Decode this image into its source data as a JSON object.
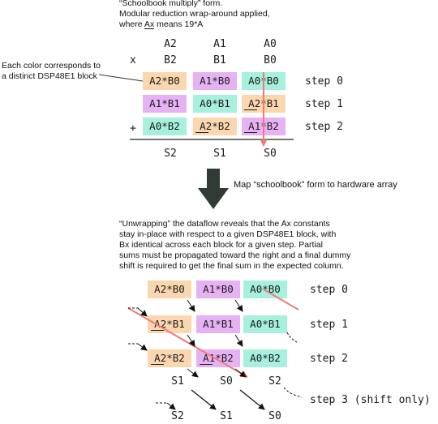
{
  "top": {
    "note_lines": [
      "“Schoolbook multiply” form.",
      "Modular reduction wrap-around applied,",
      "where Ax means 19*A"
    ],
    "color_note_lines": [
      "Each color corresponds to",
      "a distinct DSP48E1 block"
    ],
    "headers_a": [
      "A2",
      "A1",
      "A0"
    ],
    "headers_b": [
      "B2",
      "B1",
      "B0"
    ],
    "times_sign": "x",
    "plus_sign": "+",
    "rows": [
      [
        "A2*B0",
        "A1*B0",
        "A0*B0"
      ],
      [
        "A1*B1",
        "A0*B1",
        "A2*B1"
      ],
      [
        "A0*B2",
        "A2*B2",
        "A1*B2"
      ]
    ],
    "steps": [
      "step 0",
      "step 1",
      "step 2"
    ],
    "sums": [
      "S2",
      "S1",
      "S0"
    ]
  },
  "transition": {
    "label": "Map “schoolbook” form to hardware array"
  },
  "bottom": {
    "note_lines": [
      "“Unwrapping” the dataflow reveals that the Ax constants",
      "stay in-place with respect to a given DSP48E1 block, with",
      "Bx identical across each block for a given step. Partial",
      "sums must be propagated toward the right and a final dummy",
      "shift is required to get the final sum in the expected column."
    ],
    "rows": [
      [
        "A2*B0",
        "A1*B0",
        "A0*B0"
      ],
      [
        "A2*B1",
        "A1*B1",
        "A0*B1"
      ],
      [
        "A2*B2",
        "A1*B2",
        "A0*B2"
      ]
    ],
    "steps": [
      "step 0",
      "step 1",
      "step 2",
      "step 3 (shift only)"
    ],
    "partial_sums": [
      "S1",
      "S0",
      "S2"
    ],
    "final_sums": [
      "S2",
      "S1",
      "S0"
    ]
  },
  "colors": {
    "orange": "#fbd7b0",
    "purple": "#e7b2f4",
    "teal": "#a6f0dd",
    "highlight_line": "#f07a7a",
    "big_arrow": "#2f3b34"
  }
}
